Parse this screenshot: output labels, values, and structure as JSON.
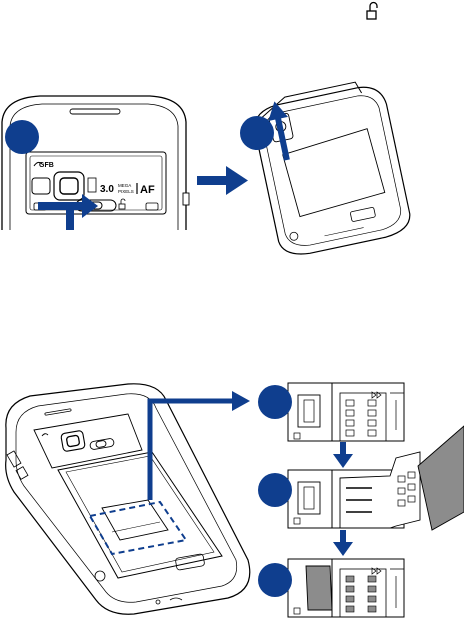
{
  "top_lock_icon": "unlocked-padlock-icon",
  "figure1": {
    "camera_brand": "GFB",
    "megapixel_value": "3.0",
    "mega_text": "MEGA",
    "pixels_text": "PIXELS",
    "af_text": "AF",
    "steps": [
      "",
      ""
    ]
  },
  "figure2": {
    "steps": [
      "",
      "",
      "",
      ""
    ],
    "sim_card_icon": "sim-card-icon",
    "colors": {
      "arrow": "#0f3e8e",
      "step_badge": "#0f3e8e",
      "line": "#000000",
      "sim_fill": "#8c8c8c"
    }
  }
}
